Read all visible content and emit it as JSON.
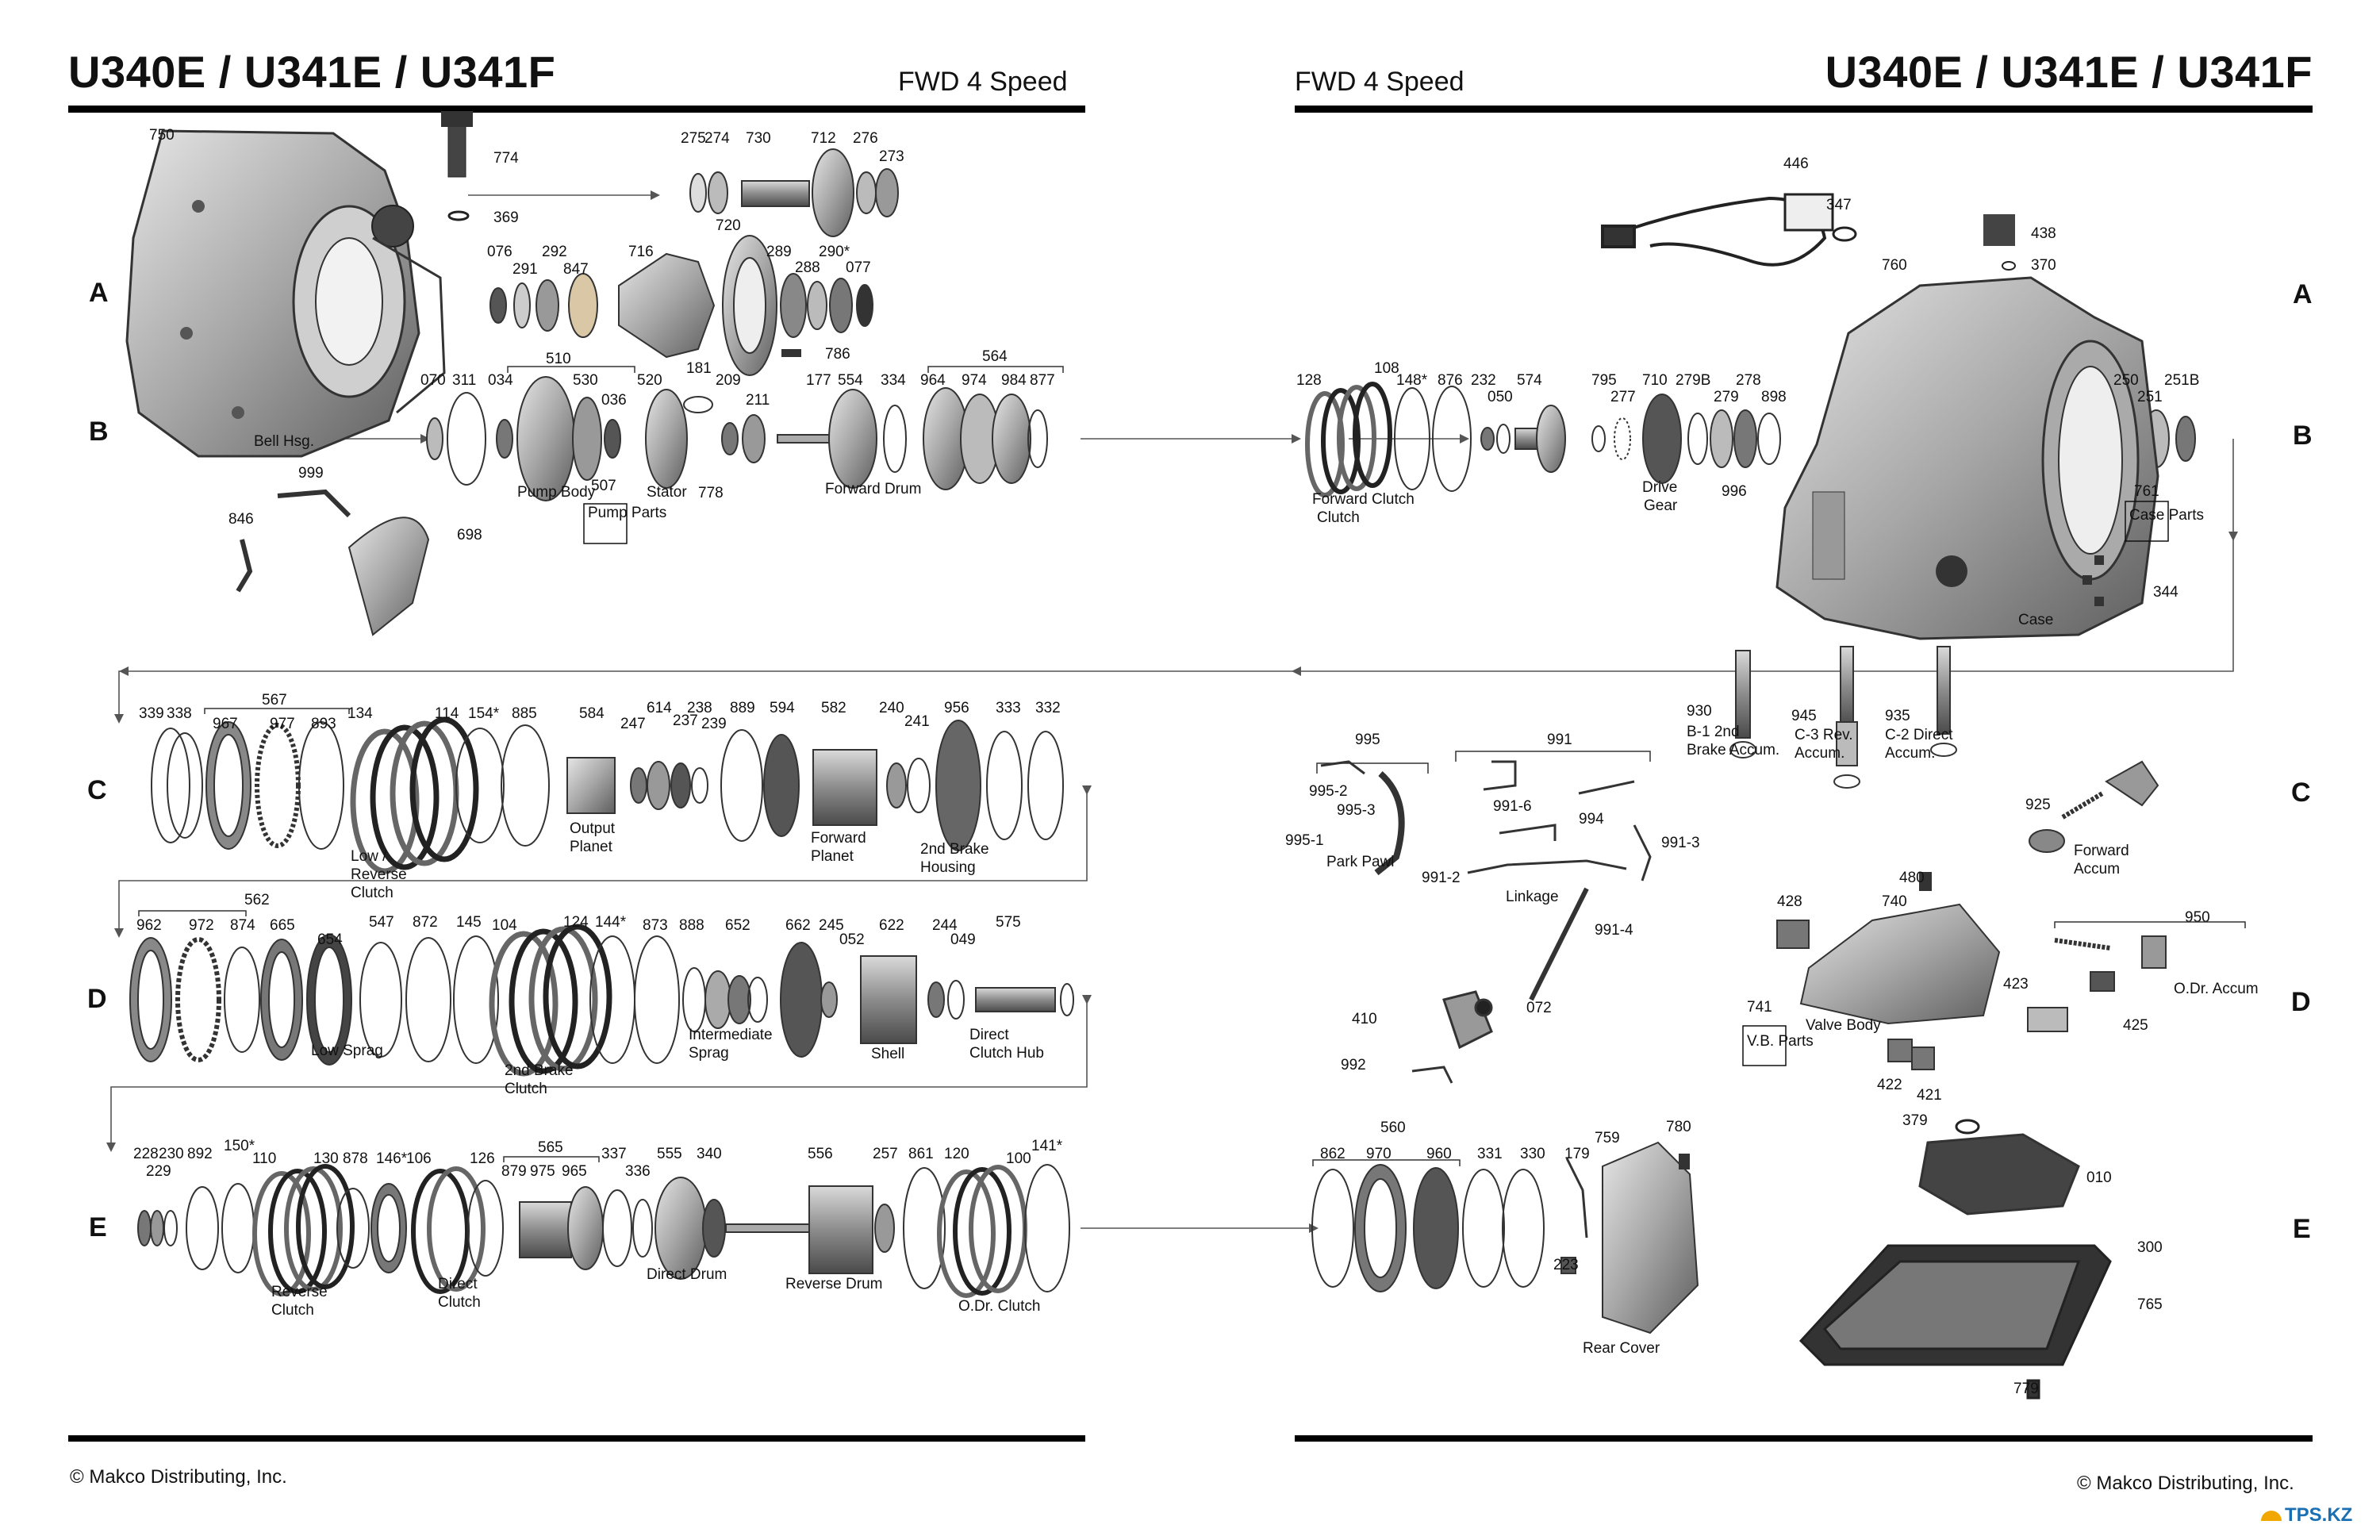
{
  "header": {
    "left_title": "U340E / U341E / U341F",
    "left_subtitle": "FWD 4 Speed",
    "right_subtitle": "FWD 4 Speed",
    "right_title": "U340E / U341E / U341F"
  },
  "row_letters": [
    "A",
    "B",
    "C",
    "D",
    "E"
  ],
  "footer": {
    "left_copyright": "© Makco Distributing, Inc.",
    "right_copyright": "© Makco Distributing, Inc.",
    "brand": "TPS.KZ"
  },
  "left_page": {
    "row_a_parts": [
      "750",
      "774",
      "369",
      "275",
      "274",
      "730",
      "712",
      "276",
      "273",
      "720",
      "076",
      "291",
      "292",
      "847",
      "716",
      "289",
      "288",
      "290*",
      "077",
      "786"
    ],
    "row_b_parts": [
      "070",
      "311",
      "034",
      "510",
      "530",
      "036",
      "520",
      "181",
      "209",
      "211",
      "177",
      "554",
      "334",
      "564",
      "964",
      "974",
      "984",
      "877",
      "507",
      "778",
      "999",
      "846",
      "698"
    ],
    "row_b_labels": [
      "Bell Hsg.",
      "Pump Body",
      "Pump Parts",
      "Stator",
      "Forward Drum"
    ],
    "row_c_parts": [
      "339",
      "338",
      "567",
      "967",
      "977",
      "893",
      "134",
      "114",
      "154*",
      "885",
      "584",
      "247",
      "614",
      "237",
      "238",
      "239",
      "889",
      "594",
      "582",
      "240",
      "241",
      "956",
      "333",
      "332"
    ],
    "row_c_labels": [
      "Low / Reverse Clutch",
      "Output Planet",
      "Forward Planet",
      "2nd Brake Housing"
    ],
    "row_d_parts": [
      "562",
      "962",
      "972",
      "874",
      "665",
      "654",
      "547",
      "872",
      "145",
      "104",
      "124",
      "144*",
      "873",
      "888",
      "652",
      "662",
      "245",
      "052",
      "622",
      "244",
      "049",
      "575"
    ],
    "row_d_labels": [
      "Low Sprag",
      "2nd Brake Clutch",
      "Intermediate Sprag",
      "Shell",
      "Direct Clutch Hub"
    ],
    "row_e_parts": [
      "228",
      "230",
      "229",
      "892",
      "150*",
      "110",
      "130",
      "878",
      "146*",
      "106",
      "126",
      "565",
      "879",
      "975",
      "965",
      "337",
      "336",
      "555",
      "340",
      "556",
      "257",
      "861",
      "120",
      "100",
      "141*"
    ],
    "row_e_labels": [
      "Reverse Clutch",
      "Direct Clutch",
      "Direct Drum",
      "Reverse Drum",
      "O.Dr. Clutch"
    ]
  },
  "right_page": {
    "row_a_parts": [
      "446",
      "347",
      "438",
      "370",
      "760"
    ],
    "row_b_parts": [
      "128",
      "108",
      "148*",
      "876",
      "232",
      "050",
      "574",
      "795",
      "277",
      "710",
      "279B",
      "279",
      "278",
      "898",
      "996",
      "250",
      "251",
      "251B",
      "761",
      "344"
    ],
    "row_b_labels": [
      "Forward Clutch",
      "Drive Gear",
      "Case Parts",
      "Case"
    ],
    "row_c_parts": [
      "930",
      "945",
      "935",
      "995",
      "995-2",
      "995-3",
      "995-1",
      "991",
      "991-6",
      "994",
      "991-3",
      "991-2",
      "925"
    ],
    "row_c_labels": [
      "B-1 2nd Brake Accum.",
      "C-3 Rev. Accum.",
      "C-2 Direct Accum.",
      "Park Pawl",
      "Linkage",
      "Forward Accum"
    ],
    "row_d_parts": [
      "991-4",
      "480",
      "428",
      "740",
      "950",
      "423",
      "425",
      "410",
      "072",
      "992",
      "741",
      "422",
      "421"
    ],
    "row_d_labels": [
      "Valve Body",
      "O.Dr. Accum",
      "V.B. Parts"
    ],
    "row_e_parts": [
      "560",
      "862",
      "970",
      "960",
      "331",
      "330",
      "179",
      "759",
      "780",
      "223",
      "379",
      "010",
      "300",
      "765",
      "779"
    ],
    "row_e_labels": [
      "Rear Cover"
    ]
  },
  "colors": {
    "ink": "#111111",
    "metal": "#9a9a9a",
    "rule": "#000000",
    "brand": "#1a6fb3"
  }
}
